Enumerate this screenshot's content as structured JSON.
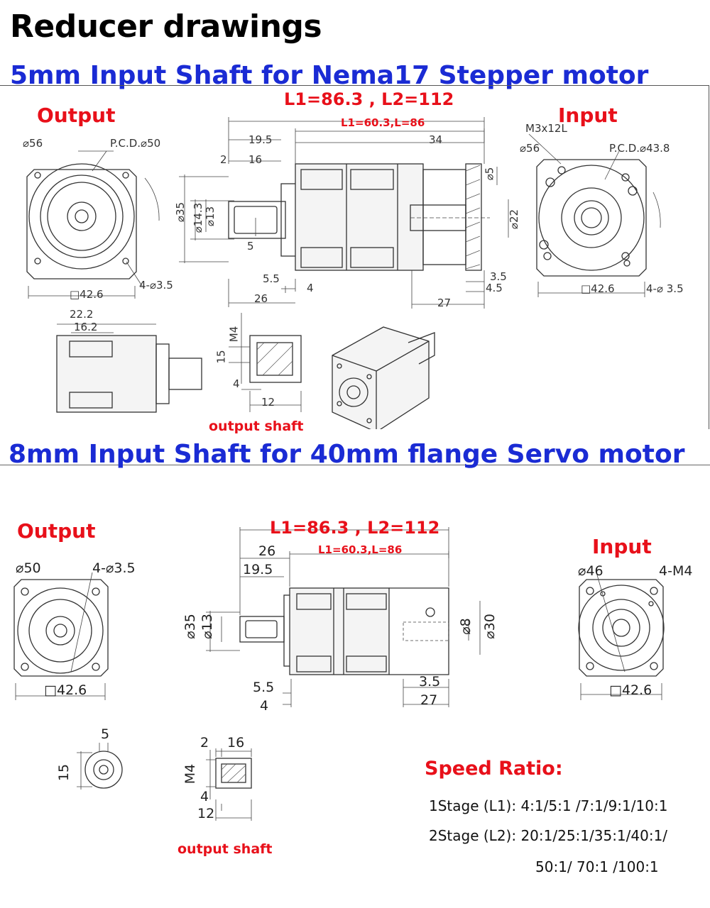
{
  "title": "Reducer drawings",
  "section1": {
    "heading": "5mm  Input  Shaft  for Nema17 Stepper motor",
    "output_label": "Output",
    "input_label": "Input",
    "length_main": "L1=86.3 , L2=112",
    "length_sub": "L1=60.3,L=86",
    "output_view": {
      "dia": "⌀56",
      "pcd": "P.C.D.⌀50",
      "square": "□42.6",
      "holes": "4-⌀3.5"
    },
    "side_view": {
      "d195": "19.5",
      "d2": "2",
      "d16": "16",
      "d34": "34",
      "d35": "⌀35",
      "d143": "⌀14.3",
      "d13": "⌀13",
      "d5": "5",
      "d5in": "⌀5",
      "d22": "⌀22",
      "d55": "5.5",
      "d4": "4",
      "d26": "26",
      "d35b": "3.5",
      "d45": "4.5",
      "d27": "27"
    },
    "input_view": {
      "screw": "M3x12L",
      "dia": "⌀56",
      "pcd": "P.C.D.⌀43.8",
      "square": "□42.6",
      "holes": "4-⌀ 3.5"
    },
    "lower": {
      "d222": "22.2",
      "d162": "16.2",
      "m4": "M4",
      "d15": "15",
      "d4": "4",
      "d12": "12"
    },
    "shaft_caption": "output shaft"
  },
  "section2": {
    "heading": "8mm  Input Shaft for 40mm flange Servo motor",
    "output_label": "Output",
    "input_label": "Input",
    "length_main": "L1=86.3 , L2=112",
    "length_sub": "L1=60.3,L=86",
    "output_view": {
      "dia": "⌀50",
      "holes": "4-⌀3.5",
      "square": "□42.6"
    },
    "side_view": {
      "d26": "26",
      "d195": "19.5",
      "d35": "⌀35",
      "d13": "⌀13",
      "d8": "⌀8",
      "d30": "⌀30",
      "d55": "5.5",
      "d4": "4",
      "d35b": "3.5",
      "d27": "27"
    },
    "input_view": {
      "dia": "⌀46",
      "holes": "4-M4",
      "square": "□42.6"
    },
    "lower": {
      "d5": "5",
      "d15": "15",
      "d2": "2",
      "d16": "16",
      "m4": "M4",
      "d4": "4",
      "d12": "12"
    },
    "shaft_caption": "output shaft",
    "speed": {
      "title": "Speed Ratio:",
      "stage1": "1Stage (L1): 4:1/5:1 /7:1/9:1/10:1",
      "stage2a": "2Stage (L2): 20:1/25:1/35:1/40:1/",
      "stage2b": "50:1/ 70:1 /100:1"
    }
  }
}
